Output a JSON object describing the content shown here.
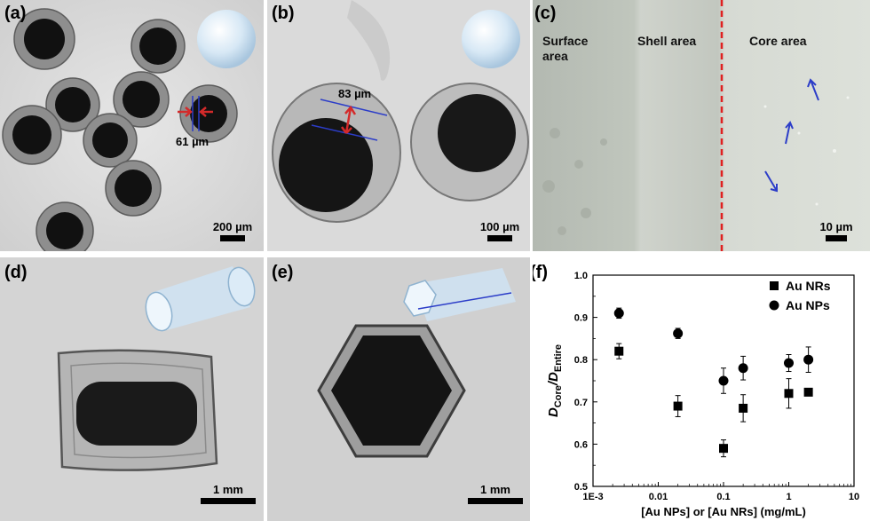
{
  "panels": {
    "a": {
      "label": "(a)",
      "scale": "200 µm",
      "measure": "61 µm"
    },
    "b": {
      "label": "(b)",
      "scale": "100 µm",
      "measure": "83 µm"
    },
    "c": {
      "label": "(c)",
      "scale": "10 µm",
      "regions": {
        "surface_line1": "Surface",
        "surface_line2": "area",
        "shell": "Shell area",
        "core": "Core area"
      }
    },
    "d": {
      "label": "(d)",
      "scale": "1 mm"
    },
    "e": {
      "label": "(e)",
      "scale": "1 mm"
    },
    "f": {
      "label": "(f)"
    }
  },
  "colors": {
    "arrow_red": "#d42a2a",
    "line_blue": "#2c3dc8",
    "dash_red": "#e02020",
    "glass": "#cfe3f3"
  },
  "chart_data": {
    "type": "scatter",
    "xlabel": "[Au NPs] or [Au NRs] (mg/mL)",
    "ylabel_main": "D",
    "ylabel_sub1": "Core",
    "ylabel_sep": "/D",
    "ylabel_sub2": "Entire",
    "xscale": "log",
    "xlim": [
      0.001,
      10
    ],
    "ylim": [
      0.5,
      1.0
    ],
    "xticks": [
      0.001,
      0.01,
      0.1,
      1,
      10
    ],
    "xtick_labels": [
      "1E-3",
      "0.01",
      "0.1",
      "1",
      "10"
    ],
    "yticks": [
      0.5,
      0.6,
      0.7,
      0.8,
      0.9,
      1.0
    ],
    "ytick_labels": [
      "0.5",
      "0.6",
      "0.7",
      "0.8",
      "0.9",
      "1.0"
    ],
    "legend_position": "top-right",
    "series": [
      {
        "name": "Au NRs",
        "marker": "square",
        "x": [
          0.0025,
          0.02,
          0.1,
          0.2,
          1,
          2
        ],
        "y": [
          0.82,
          0.69,
          0.59,
          0.685,
          0.72,
          0.723
        ],
        "err": [
          0.018,
          0.025,
          0.02,
          0.032,
          0.035,
          0.008
        ]
      },
      {
        "name": "Au NPs",
        "marker": "circle",
        "x": [
          0.0025,
          0.02,
          0.1,
          0.2,
          1,
          2
        ],
        "y": [
          0.91,
          0.862,
          0.75,
          0.78,
          0.792,
          0.8
        ],
        "err": [
          0.012,
          0.012,
          0.03,
          0.028,
          0.02,
          0.03
        ]
      }
    ]
  }
}
